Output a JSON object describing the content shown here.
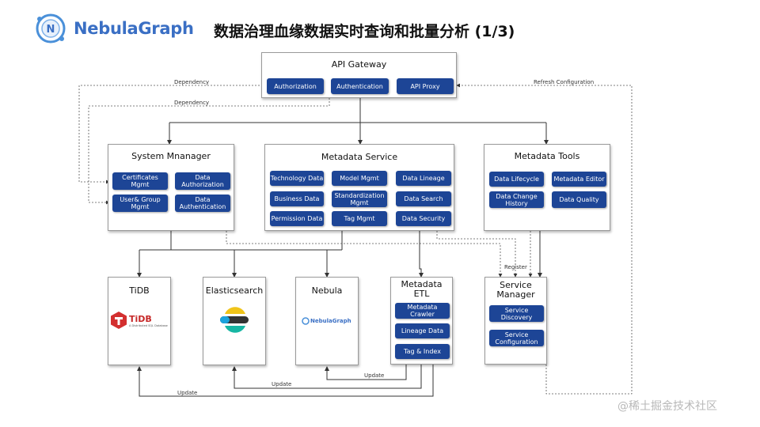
{
  "header": {
    "logo_text": "NebulaGraph",
    "title": "数据治理血缘数据实时查询和批量分析 (1/3)"
  },
  "api_gateway": {
    "title": "API Gateway",
    "items": [
      "Authorization",
      "Authentication",
      "API Proxy"
    ]
  },
  "system_manager": {
    "title": "System Mnanager",
    "items": [
      "Certificates\nMgmt",
      "Data\nAuthorization",
      "User& Group\nMgmt",
      "Data\nAuthentication"
    ]
  },
  "metadata_service": {
    "title": "Metadata Service",
    "items": [
      "Technology Data",
      "Model Mgmt",
      "Data Lineage",
      "Business Data",
      "Standardization\nMgmt",
      "Data Search",
      "Permission Data",
      "Tag Mgmt",
      "Data Security"
    ]
  },
  "metadata_tools": {
    "title": "Metadata Tools",
    "items": [
      "Data Lifecycle",
      "Metadata Editor",
      "Data Change\nHistory",
      "Data Quality"
    ]
  },
  "stores": {
    "tidb": {
      "title": "TiDB",
      "logo_text": "TiDB",
      "logo_sub": "A Distributed SQL Database"
    },
    "elasticsearch": {
      "title": "Elasticsearch"
    },
    "nebula": {
      "title": "Nebula",
      "logo_text": "NebulaGraph"
    }
  },
  "metadata_etl": {
    "title": "Metadata\nETL",
    "items": [
      "Metadata\nCrawler",
      "Lineage Data",
      "Tag & Index"
    ]
  },
  "service_manager": {
    "title": "Service\nManager",
    "items": [
      "Service\nDiscovery",
      "Service\nConfiguration"
    ]
  },
  "edge_labels": {
    "dependency_1": "Dependency",
    "dependency_2": "Dependency",
    "refresh": "Refresh Configuration",
    "register": "Register",
    "update_tidb": "Update",
    "update_es": "Update",
    "update_nebula": "Update"
  },
  "watermark": "@稀土掘金技术社区"
}
